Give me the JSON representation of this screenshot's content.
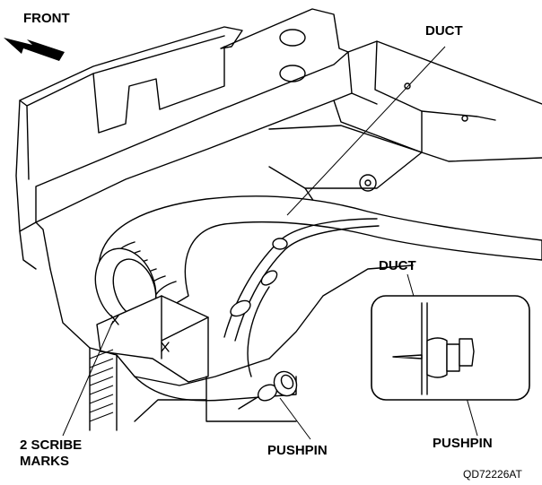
{
  "labels": {
    "front": "FRONT",
    "duct_top": "DUCT",
    "duct_inset": "DUCT",
    "scribe_line1": "2 SCRIBE",
    "scribe_line2": "MARKS",
    "pushpin_main": "PUSHPIN",
    "pushpin_inset": "PUSHPIN",
    "figure_code": "QD72226AT"
  },
  "icons": {
    "front_arrow": "arrow-icon",
    "scribe_mark": "x-mark-icon",
    "pushpin": "pushpin-icon"
  }
}
